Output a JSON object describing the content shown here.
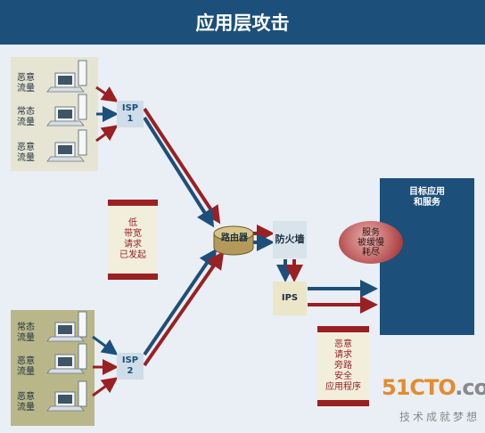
{
  "header": {
    "title": "应用层攻击"
  },
  "top_group": {
    "labels": [
      "恶意\n流量",
      "常态\n流量",
      "恶意\n流量"
    ],
    "isp_label": "ISP\n1"
  },
  "bottom_group": {
    "labels": [
      "常态\n流量",
      "恶意\n流量",
      "恶意\n流量"
    ],
    "isp_label": "ISP\n2"
  },
  "low_bandwidth_panel": {
    "text": "低\n带宽\n请求\n已发起"
  },
  "router": {
    "label": "路由器"
  },
  "firewall": {
    "label": "防火墙"
  },
  "ips": {
    "label": "IPS"
  },
  "bypass_panel": {
    "text": "恶意\n请求\n旁路\n安全\n应用程序"
  },
  "target": {
    "title": "目标应用\n和服务",
    "service_status": "服务\n被缓慢\n耗尽"
  },
  "watermark": {
    "logo_part1": "51CTO",
    "logo_part2": ".com",
    "slogan": "技术成就梦想"
  },
  "colors": {
    "header_bg": "#1d4f7b",
    "malicious_red": "#9a2024",
    "normal_blue": "#1d4f7b"
  }
}
